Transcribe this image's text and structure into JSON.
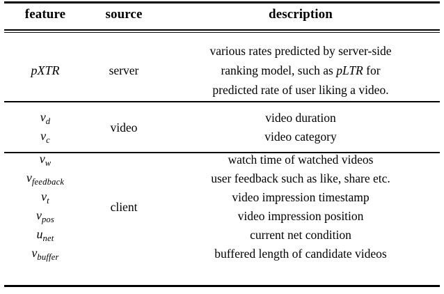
{
  "table": {
    "headers": {
      "feature": "feature",
      "source": "source",
      "description": "description"
    },
    "sections": [
      {
        "source": "server",
        "rows": [
          {
            "feature_base": "pXTR",
            "feature_sub": "",
            "description_lines": [
              "various rates predicted by server-side",
              "ranking model, such as pLTR for",
              "predicted rate of user liking a video."
            ],
            "description": "various rates predicted by server-side ranking model, such as pLTR for predicted rate of user liking a video.",
            "emphasis_term": "pLTR"
          }
        ]
      },
      {
        "source": "video",
        "rows": [
          {
            "feature_base": "v",
            "feature_sub": "d",
            "description": "video duration"
          },
          {
            "feature_base": "v",
            "feature_sub": "c",
            "description": "video category"
          }
        ]
      },
      {
        "source": "client",
        "rows": [
          {
            "feature_base": "v",
            "feature_sub": "w",
            "description": "watch time of watched videos"
          },
          {
            "feature_base": "v",
            "feature_sub": "feedback",
            "description": "user feedback such as like, share etc."
          },
          {
            "feature_base": "v",
            "feature_sub": "t",
            "description": "video impression timestamp"
          },
          {
            "feature_base": "v",
            "feature_sub": "pos",
            "description": "video impression position"
          },
          {
            "feature_base": "u",
            "feature_sub": "net",
            "description": "current net condition"
          },
          {
            "feature_base": "v",
            "feature_sub": "buffer",
            "description": "buffered length of candidate videos"
          }
        ]
      }
    ]
  },
  "style": {
    "rule_color": "#000000",
    "text_color": "#000000",
    "background": "#ffffff"
  }
}
